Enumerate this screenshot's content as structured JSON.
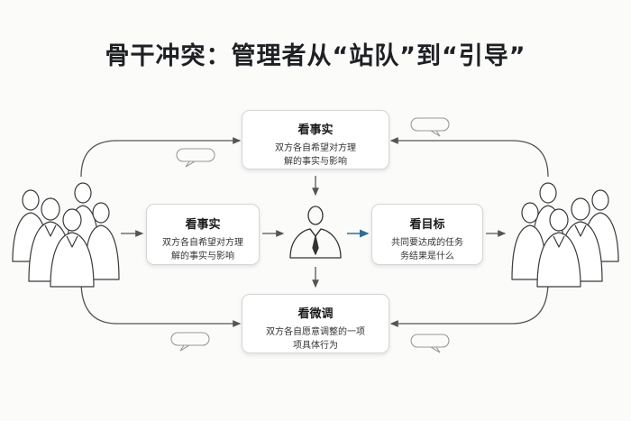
{
  "title": "骨干冲突：管理者从“站队”到“引导”",
  "cards": {
    "top": {
      "heading": "看事实",
      "desc_line1": "双方各自希望对方理",
      "desc_line2": "解的事实与影响"
    },
    "left": {
      "heading": "看事实",
      "desc_line1": "双方各自希望对方理",
      "desc_line2": "解的事实与影响"
    },
    "right": {
      "heading": "看目标",
      "desc_line1": "共同要达成的任务",
      "desc_line2": "务结果是什么"
    },
    "bottom": {
      "heading": "看微调",
      "desc_line1": "双方各自愿意调整的一项",
      "desc_line2": "项具体行为"
    }
  },
  "colors": {
    "accent_arrow": "#2f6f94",
    "line": "#555555",
    "card_border": "#d6d6d6"
  }
}
